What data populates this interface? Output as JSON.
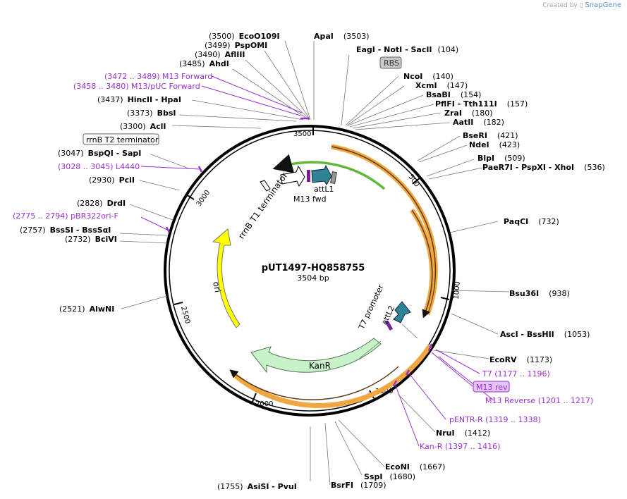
{
  "branding": {
    "created_by": "Created by",
    "app": "SnapGene"
  },
  "plasmid": {
    "name": "pUT1497-HQ858755",
    "length_label": "3504 bp",
    "length": 3504
  },
  "scale_ticks": [
    "500",
    "1000",
    "1500",
    "2000",
    "2500",
    "3000",
    "3500"
  ],
  "enzymes": [
    {
      "pos": "(3500)",
      "name": "EcoO109I"
    },
    {
      "pos": "",
      "name": "ApaI",
      "pos_after": "(3503)"
    },
    {
      "pos": "(3499)",
      "name": "PspOMI"
    },
    {
      "pos": "(3490)",
      "name": "AflIII"
    },
    {
      "pos": "(3485)",
      "name": "AhdI"
    },
    {
      "pos": "(3437)",
      "name": "HincII - HpaI"
    },
    {
      "pos": "(3373)",
      "name": "BbsI"
    },
    {
      "pos": "(3300)",
      "name": "AclI"
    },
    {
      "pos": "(3047)",
      "name": "BspQI - SapI"
    },
    {
      "pos": "(2930)",
      "name": "PciI"
    },
    {
      "pos": "(2828)",
      "name": "DrdI"
    },
    {
      "pos": "(2757)",
      "name": "BssSI - BssSαI"
    },
    {
      "pos": "(2732)",
      "name": "BciVI"
    },
    {
      "pos": "(2521)",
      "name": "AlwNI"
    },
    {
      "pos": "(1755)",
      "name": "AsiSI - PvuI"
    },
    {
      "pos": "",
      "name": "EagI - NotI - SacII",
      "pos_after": "(104)"
    },
    {
      "pos": "",
      "name": "NcoI",
      "pos_after": "(140)"
    },
    {
      "pos": "",
      "name": "XcmI",
      "pos_after": "(147)"
    },
    {
      "pos": "",
      "name": "BsaBI",
      "pos_after": "(154)"
    },
    {
      "pos": "",
      "name": "PflFI - Tth111I",
      "pos_after": "(157)"
    },
    {
      "pos": "",
      "name": "ZraI",
      "pos_after": "(180)"
    },
    {
      "pos": "",
      "name": "AatII",
      "pos_after": "(182)"
    },
    {
      "pos": "",
      "name": "BseRI",
      "pos_after": "(421)"
    },
    {
      "pos": "",
      "name": "NdeI",
      "pos_after": "(423)"
    },
    {
      "pos": "",
      "name": "BlpI",
      "pos_after": "(509)"
    },
    {
      "pos": "",
      "name": "PaeR7I - PspXI - XhoI",
      "pos_after": "(536)"
    },
    {
      "pos": "",
      "name": "PaqCI",
      "pos_after": "(732)"
    },
    {
      "pos": "",
      "name": "Bsu36I",
      "pos_after": "(938)"
    },
    {
      "pos": "",
      "name": "AscI - BssHII",
      "pos_after": "(1053)"
    },
    {
      "pos": "",
      "name": "EcoRV",
      "pos_after": "(1173)"
    },
    {
      "pos": "",
      "name": "NruI",
      "pos_after": "(1412)"
    },
    {
      "pos": "",
      "name": "EcoNI",
      "pos_after": "(1667)"
    },
    {
      "pos": "",
      "name": "SspI",
      "pos_after": "(1680)"
    },
    {
      "pos": "",
      "name": "BsrFI",
      "pos_after": "(1709)"
    }
  ],
  "primers": [
    {
      "label": "(3472 .. 3489)  M13 Forward"
    },
    {
      "label": "(3458 .. 3480)  M13/pUC Forward"
    },
    {
      "label": "(3028 .. 3045)  L4440"
    },
    {
      "label": "(2775 .. 2794)  pBR322ori-F"
    },
    {
      "label": "T7    (1177 .. 1196)"
    },
    {
      "label": "M13 rev"
    },
    {
      "label": "M13 Reverse    (1201 .. 1217)"
    },
    {
      "label": "pENTR-R    (1319 .. 1338)"
    },
    {
      "label": "Kan-R    (1397 .. 1416)"
    }
  ],
  "features": {
    "rbs": "RBS",
    "rrnb_t2": "rrnB T2 terminator",
    "rrnb_t1": "rrnB T1 terminator",
    "attL1": "attL1",
    "m13_fwd": "M13 fwd",
    "t7_promoter": "T7 promoter",
    "attL2": "attL2",
    "kanr": "KanR",
    "ori": "ori"
  },
  "colors": {
    "backbone": "#000000",
    "primer": "#9b30d0",
    "orf": "#f0a742",
    "kanr_fill": "#c8f2c8",
    "ori_fill": "#ffff00",
    "att_fill": "#2e8394",
    "green_arrow": "#62b83c"
  }
}
